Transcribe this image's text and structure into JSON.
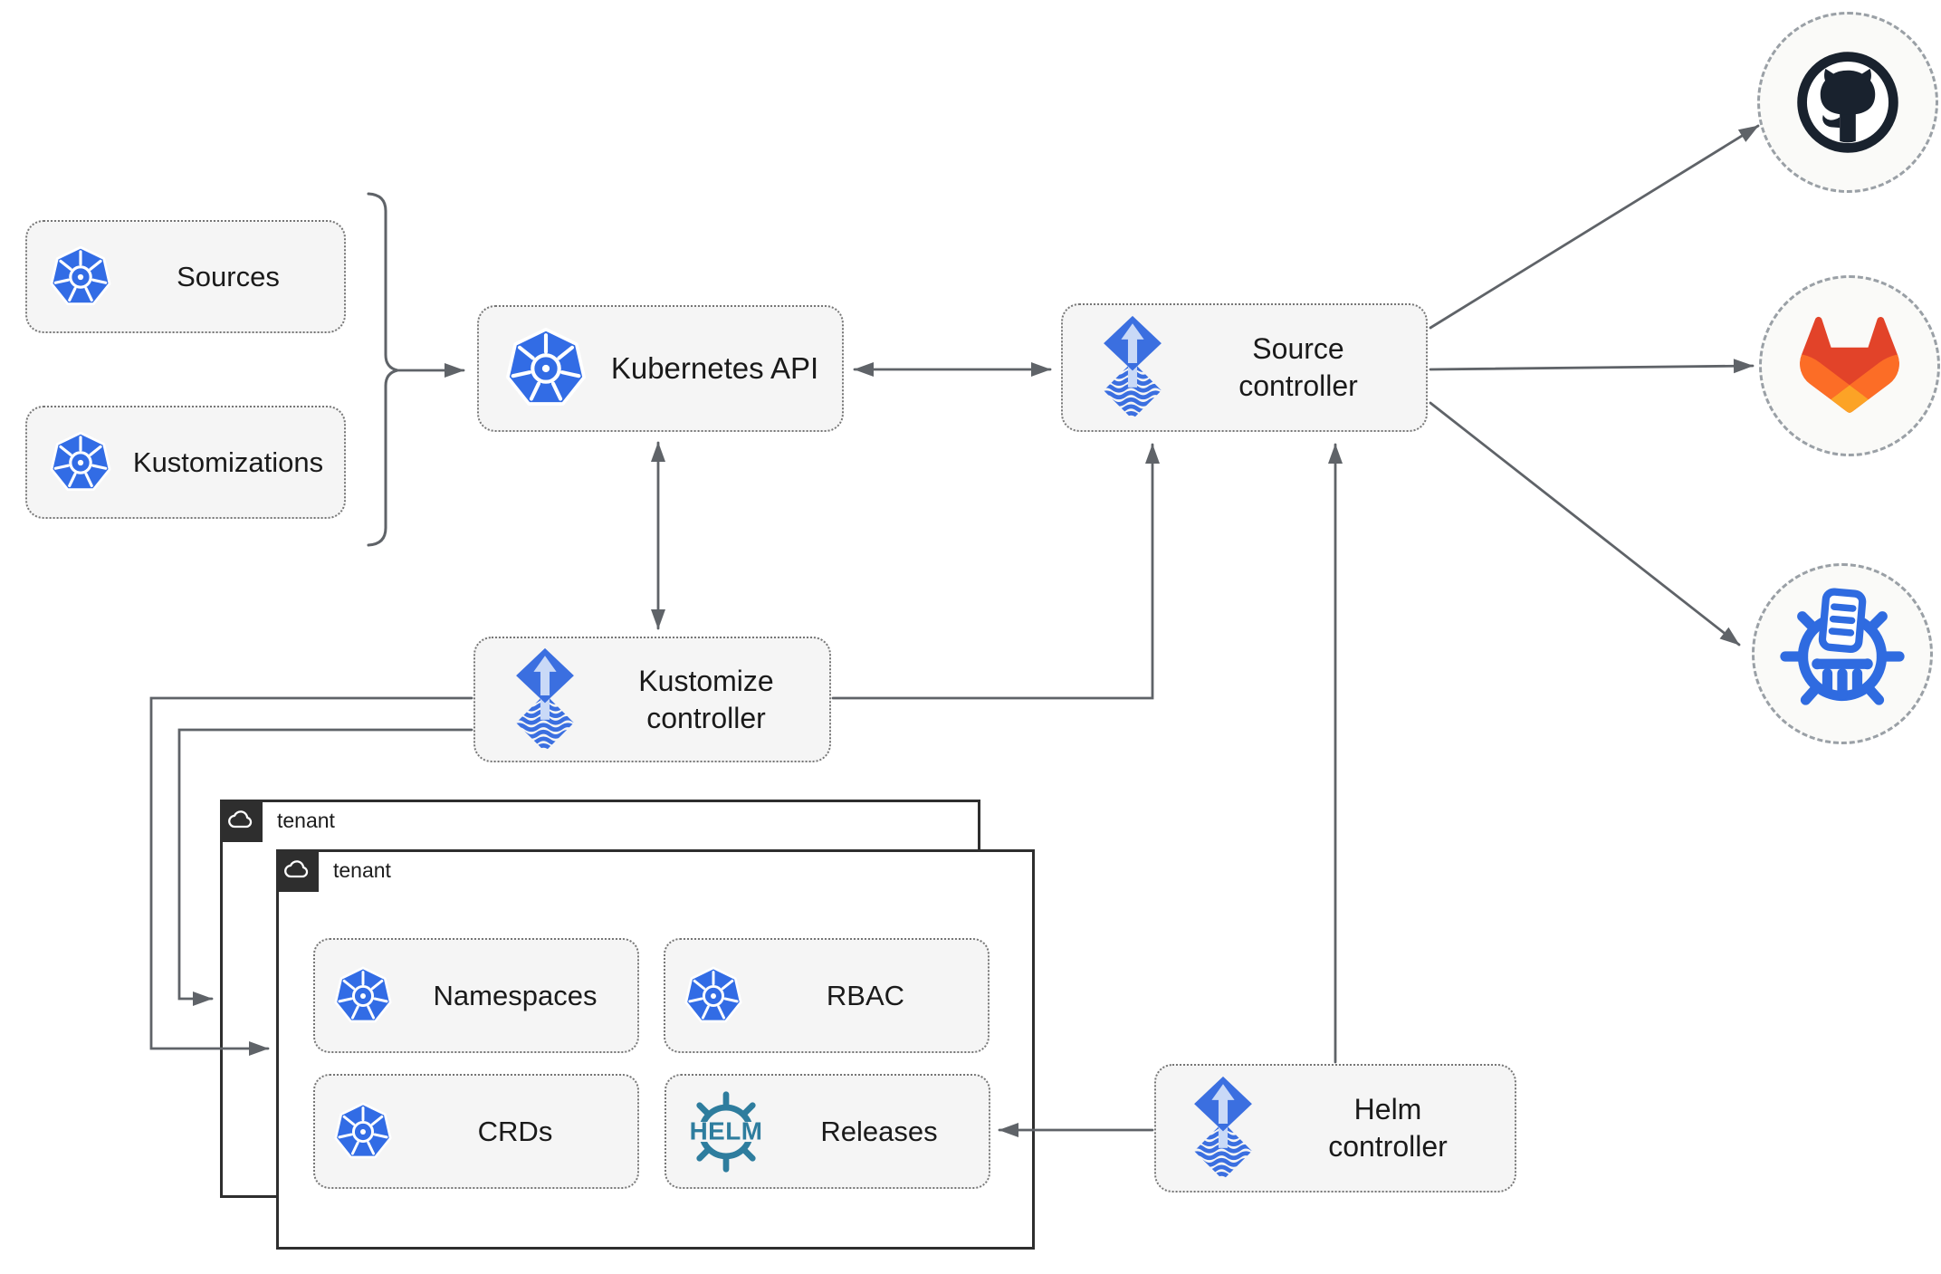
{
  "theme": {
    "kubernetes_blue": "#326ce5",
    "flux_blue": "#3b6fe0",
    "flux_light": "#c9d9f7",
    "helm_teal": "#2e7d9e",
    "github_dark": "#19222e",
    "gitlab_red": "#e24329",
    "gitlab_orange": "#fc6d26",
    "gitlab_amber": "#fca326",
    "chartmuseum_blue": "#2f6be0",
    "line_gray": "#5f6368",
    "node_fill": "#f5f5f5",
    "node_border": "#767676",
    "tenant_border": "#2e2e2e",
    "circle_fill": "#fafaf8",
    "circle_border": "#9aa0a6",
    "text_dark": "#1a1a1a"
  },
  "nodes": {
    "sources": {
      "label": "Sources"
    },
    "kustomizations": {
      "label": "Kustomizations"
    },
    "kubernetes_api": {
      "label": "Kubernetes API"
    },
    "source_controller": {
      "line1": "Source",
      "line2": "controller"
    },
    "kustomize_controller": {
      "line1": "Kustomize",
      "line2": "controller"
    },
    "helm_controller": {
      "line1": "Helm",
      "line2": "controller"
    },
    "namespaces": {
      "label": "Namespaces"
    },
    "rbac": {
      "label": "RBAC"
    },
    "crds": {
      "label": "CRDs"
    },
    "releases": {
      "label": "Releases"
    }
  },
  "tenants": {
    "outer_label": "tenant",
    "inner_label": "tenant"
  },
  "icons": {
    "kubernetes": "kubernetes-icon",
    "flux": "flux-icon",
    "helm": "helm-icon",
    "helm_wordmark": "HELM",
    "cloud": "cloud-icon",
    "github": "github-icon",
    "gitlab": "gitlab-icon",
    "helm_chart_repository": "chartmuseum-icon"
  }
}
